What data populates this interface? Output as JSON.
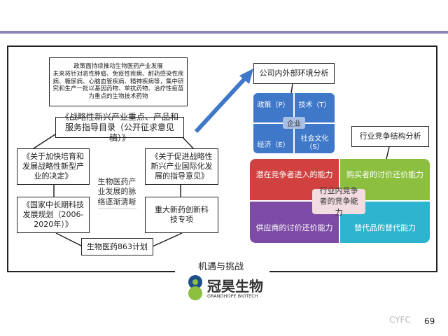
{
  "policy_box": {
    "line1": "政策面持续推动生物医药产业发展",
    "line2": "未来将针对恶性肿瘤、免疫性疾病、耐药感染性疾病、糖尿病、心脑血管疾病、精神疾病等，集中研究和生产一批以基因药物、单抗药物、治疗性疫苗为重点的生物技术药物"
  },
  "strategic_catalog": "《战略性新兴产业重点、产品和服务指导目录（公开征求意见稿）》",
  "decision_doc": "《关于加快培育和发展战略性新型产业的决定》",
  "intl_doc": "《关于促进战略性新兴产业国际化发展的指导意见》",
  "longterm_plan": "《国家中长期科技发展规划（2006-2020年）》",
  "major_project": "重大新药创新科技专项",
  "plan_863": "生物医药863计划",
  "center_text": "生物医药产业发展的脉络逐渐清晰",
  "env_analysis": "公司内外部环境分析",
  "pest": {
    "p": "政策（P）",
    "t": "技术（T）",
    "e": "经济（E）",
    "s": "社会文化（S）",
    "center": "企业"
  },
  "industry_analysis": "行业竞争结构分析",
  "forces": {
    "entrants": "潜在竞争者进入的能力",
    "buyers": "购买者的讨价还价能力",
    "suppliers": "供应商的讨价还价能力",
    "substitutes": "替代品的替代能力",
    "center": "行业内竞争者的竞争能力"
  },
  "frame_title": "机遇与挑战",
  "logo": {
    "cn": "冠昊生物",
    "en": "GRANDHOPE BIOTECH"
  },
  "watermark": "CYFC",
  "page_number": "69",
  "colors": {
    "blue": "#3f78c8",
    "red": "#d0413f",
    "green": "#8cbf3f",
    "purple": "#7d4ba6",
    "cyan": "#2fb4d0"
  }
}
